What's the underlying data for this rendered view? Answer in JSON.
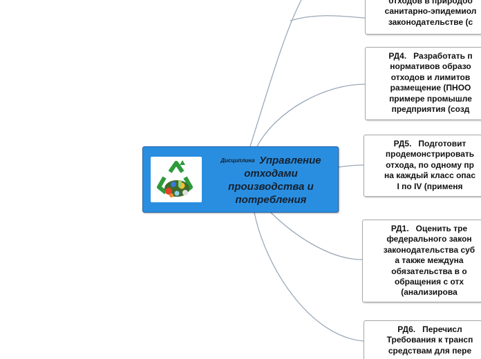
{
  "central": {
    "prefix": "Дисциплина",
    "title": "Управление отходами производства и потребления",
    "logo_icon": "recycle-logo-icon"
  },
  "nodes": [
    {
      "id": "top",
      "text": "отходов в природоо\nсанитарно-эпидемиол\nзаконодательстве (с"
    },
    {
      "id": "rd4",
      "text": "РД4.   Разработать п\nнормативов образо\nотходов и лимитов\nразмещение (ПНОО\nпримере промышле\nпредприятия (созд"
    },
    {
      "id": "rd5",
      "text": "РД5.   Подготовит\nпродемонстрировать\nотхода, по одному пр\nна каждый класс опас\nI по IV (применя"
    },
    {
      "id": "rd1",
      "text": "РД1.   Оценить тре\nфедерального закон\nзаконодательства суб\nа также междуна\nобязательства в о\nобращения с отх\n(анализирова"
    },
    {
      "id": "rd6",
      "text": "РД6.   Перечисл\nТребования к трансп\nсредствам для пере"
    }
  ],
  "colors": {
    "central_fill": "#2a8ee0",
    "central_border": "#1d5fa6",
    "link": "#9aa8b8",
    "node_border": "#a8a8a8"
  }
}
